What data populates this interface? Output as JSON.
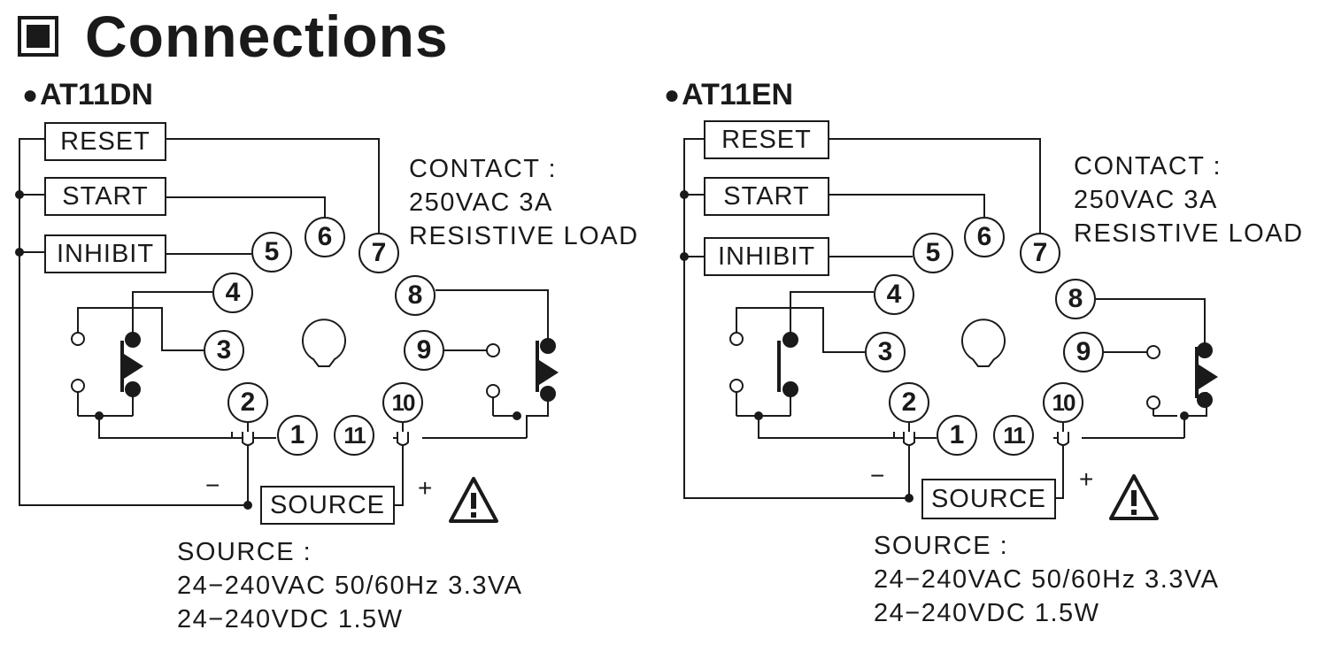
{
  "title": "Connections",
  "diagrams": [
    {
      "model": "AT11DN",
      "labels": {
        "reset": "RESET",
        "start": "START",
        "inhibit": "INHIBIT",
        "source": "SOURCE"
      },
      "pins": [
        "1",
        "2",
        "3",
        "4",
        "5",
        "6",
        "7",
        "8",
        "9",
        "10",
        "11"
      ],
      "contact_note": [
        "CONTACT :",
        "250VAC 3A",
        "RESISTIVE LOAD"
      ],
      "source_note": [
        "SOURCE :",
        "24−240VAC 50/60Hz 3.3VA",
        "24−240VDC 1.5W"
      ],
      "minus": "−",
      "plus": "+",
      "warning_icon": "caution-triangle-icon"
    },
    {
      "model": "AT11EN",
      "labels": {
        "reset": "RESET",
        "start": "START",
        "inhibit": "INHIBIT",
        "source": "SOURCE"
      },
      "pins": [
        "1",
        "2",
        "3",
        "4",
        "5",
        "6",
        "7",
        "8",
        "9",
        "10",
        "11"
      ],
      "contact_note": [
        "CONTACT :",
        "250VAC 3A",
        "RESISTIVE LOAD"
      ],
      "source_note": [
        "SOURCE :",
        "24−240VAC 50/60Hz 3.3VA",
        "24−240VDC 1.5W"
      ],
      "minus": "−",
      "plus": "+",
      "warning_icon": "caution-triangle-icon"
    }
  ]
}
